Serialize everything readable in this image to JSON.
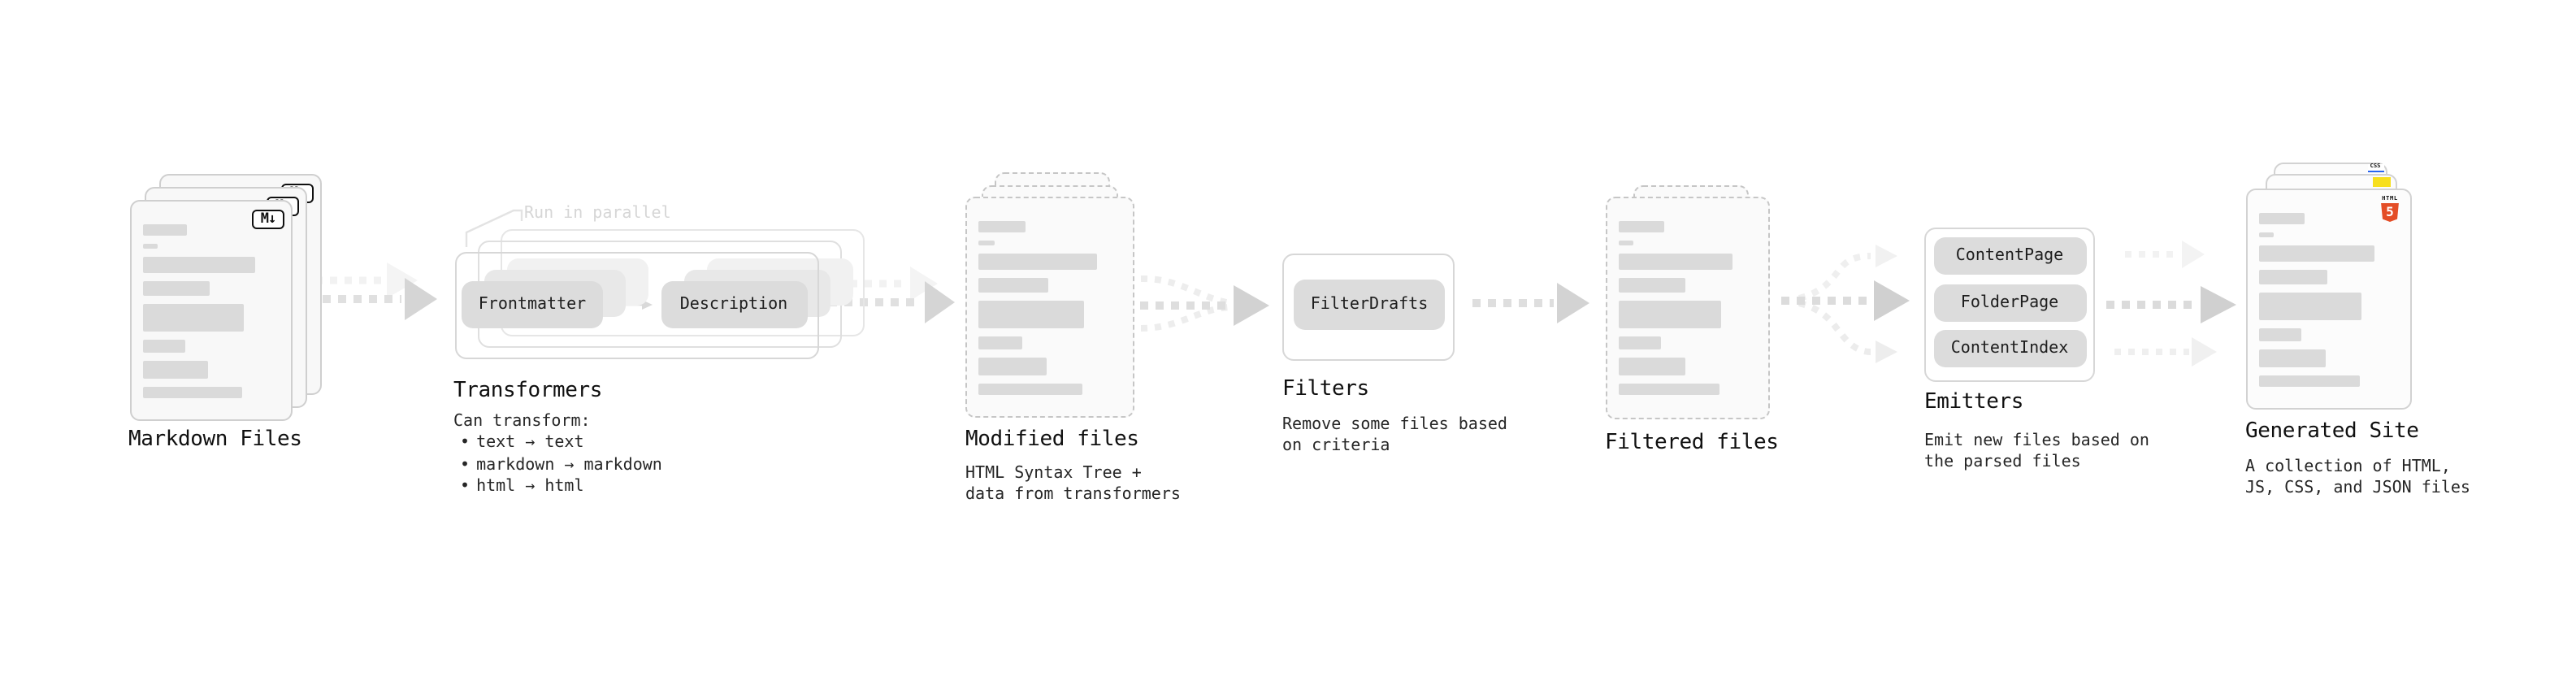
{
  "markdown_files": {
    "label": "Markdown Files",
    "icon_text": "M↓"
  },
  "transformers": {
    "annotation": "Run in parallel",
    "pills": [
      "Frontmatter",
      "Description"
    ],
    "title": "Transformers",
    "heading": "Can transform:",
    "bullet_char": "•",
    "bullets": [
      "text → text",
      "markdown → markdown",
      "html → html"
    ]
  },
  "modified_files": {
    "title": "Modified files",
    "subtitle": [
      "HTML Syntax Tree +",
      "data from transformers"
    ]
  },
  "filters": {
    "pill": "FilterDrafts",
    "title": "Filters",
    "subtitle": [
      "Remove some files based",
      "on criteria"
    ]
  },
  "filtered_files": {
    "title": "Filtered files"
  },
  "emitters": {
    "pills": [
      "ContentPage",
      "FolderPage",
      "ContentIndex"
    ],
    "title": "Emitters",
    "subtitle": [
      "Emit new files based on",
      "the parsed files"
    ]
  },
  "generated_site": {
    "title": "Generated Site",
    "subtitle": [
      "A collection of HTML,",
      "JS, CSS, and JSON files"
    ],
    "badges": {
      "html5_top": "HTML",
      "html5_num": "5",
      "css": "CSS"
    }
  },
  "colors": {
    "card_bg": "#f8f8f8",
    "card_border": "#cfcfcf",
    "dashed_border": "#c6c6c6",
    "bar_gray": "#dadada",
    "pill_gray": "#dcdcdc",
    "arrow_gray": "#d5d5d5",
    "arrow_ghost": "#f1f1f1",
    "annotation_gray": "#d6d6d6",
    "html5_orange": "#e44d26",
    "js_yellow": "#f7df1e",
    "css_blue": "#2965f1"
  },
  "card_bars": [
    [
      33,
      7
    ],
    [
      11,
      3
    ],
    [
      83,
      10
    ],
    [
      49,
      9
    ],
    [
      74,
      17
    ],
    [
      31,
      8
    ],
    [
      48,
      11
    ],
    [
      73,
      7
    ]
  ]
}
